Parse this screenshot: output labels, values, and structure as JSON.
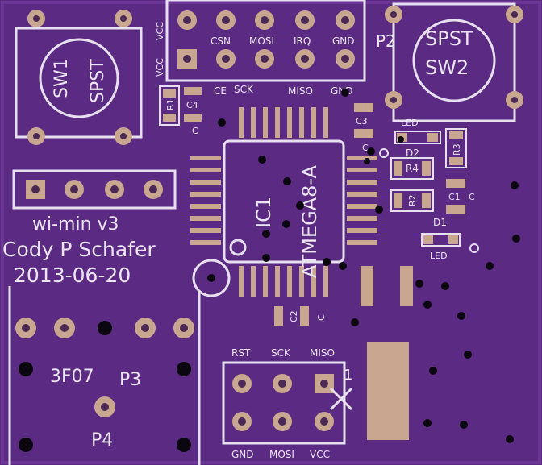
{
  "board": {
    "title": "wi-min v3",
    "author": "Cody P Schafer",
    "date": "2013-06-20"
  },
  "labels": {
    "sw1": "SW1",
    "sw1_type": "SPST",
    "sw2": "SW2",
    "sw2_type": "SPST",
    "p2": "P2",
    "p3": "P3",
    "p4": "P4",
    "p4_code": "3F07",
    "ic1": "IC1",
    "ic1_part": "ATMEGA8-A",
    "r1": "R1",
    "r2": "R2",
    "r3": "R3",
    "r4": "R4",
    "c1": "C1",
    "c2": "C2",
    "c3": "C3",
    "c4": "C4",
    "c_generic": "C",
    "d1": "D1",
    "d2": "D2",
    "led": "LED",
    "ce": "CE",
    "vcc": "VCC",
    "pin1": "1"
  },
  "p2_pins_top": [
    "CSN",
    "MOSI",
    "IRQ",
    "GND"
  ],
  "p2_pins_bottom": [
    "SCK",
    "MISO",
    "GND"
  ],
  "isp_top": [
    "RST",
    "SCK",
    "MISO"
  ],
  "isp_bottom": [
    "GND",
    "MOSI",
    "VCC"
  ],
  "colors": {
    "board": "#5b2a82",
    "silkscreen": "#e6e0f0",
    "copper": "#c9a68f"
  }
}
